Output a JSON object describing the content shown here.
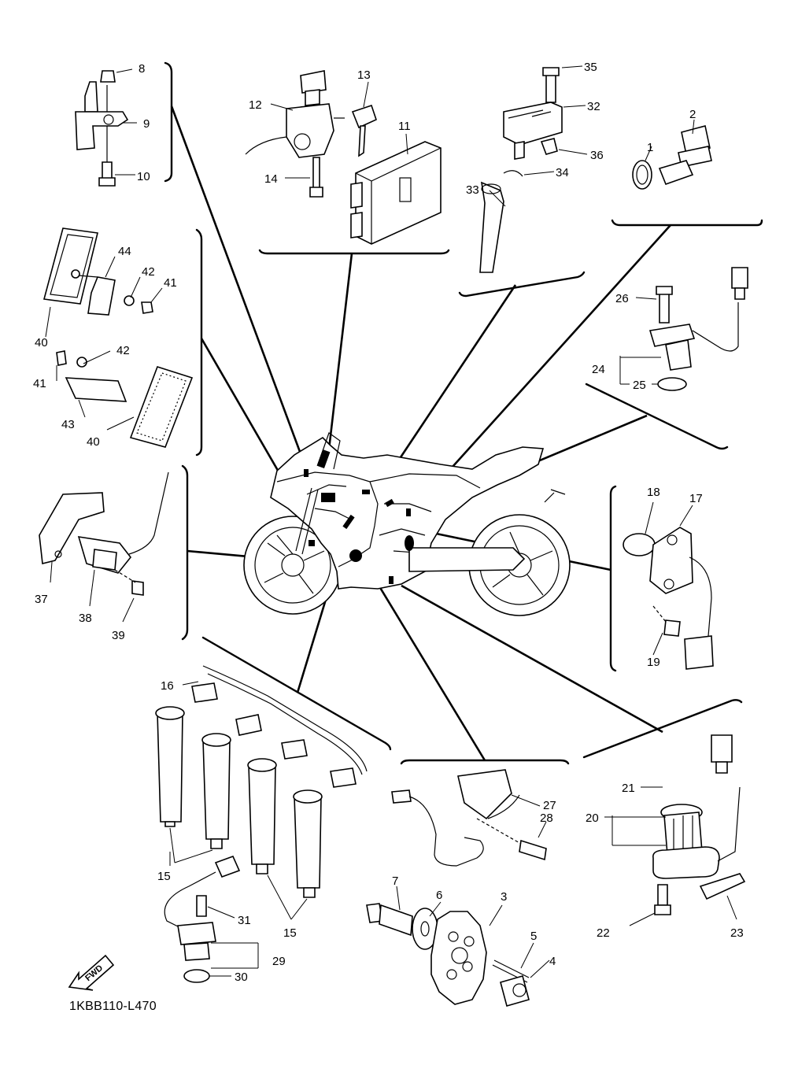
{
  "diagram": {
    "code": "1KBB110-L470",
    "fwd_label": "FWD",
    "callouts": [
      {
        "id": "c1",
        "text": "1"
      },
      {
        "id": "c2",
        "text": "2"
      },
      {
        "id": "c3",
        "text": "3"
      },
      {
        "id": "c4",
        "text": "4"
      },
      {
        "id": "c5",
        "text": "5"
      },
      {
        "id": "c6",
        "text": "6"
      },
      {
        "id": "c7",
        "text": "7"
      },
      {
        "id": "c8",
        "text": "8"
      },
      {
        "id": "c9",
        "text": "9"
      },
      {
        "id": "c10",
        "text": "10"
      },
      {
        "id": "c11",
        "text": "11"
      },
      {
        "id": "c12",
        "text": "12"
      },
      {
        "id": "c13",
        "text": "13"
      },
      {
        "id": "c14",
        "text": "14"
      },
      {
        "id": "c15a",
        "text": "15"
      },
      {
        "id": "c15b",
        "text": "15"
      },
      {
        "id": "c16",
        "text": "16"
      },
      {
        "id": "c17",
        "text": "17"
      },
      {
        "id": "c18",
        "text": "18"
      },
      {
        "id": "c19",
        "text": "19"
      },
      {
        "id": "c20",
        "text": "20"
      },
      {
        "id": "c21",
        "text": "21"
      },
      {
        "id": "c22",
        "text": "22"
      },
      {
        "id": "c23",
        "text": "23"
      },
      {
        "id": "c24",
        "text": "24"
      },
      {
        "id": "c25",
        "text": "25"
      },
      {
        "id": "c26",
        "text": "26"
      },
      {
        "id": "c27",
        "text": "27"
      },
      {
        "id": "c28",
        "text": "28"
      },
      {
        "id": "c29",
        "text": "29"
      },
      {
        "id": "c30",
        "text": "30"
      },
      {
        "id": "c31",
        "text": "31"
      },
      {
        "id": "c32",
        "text": "32"
      },
      {
        "id": "c33",
        "text": "33"
      },
      {
        "id": "c34",
        "text": "34"
      },
      {
        "id": "c35",
        "text": "35"
      },
      {
        "id": "c36",
        "text": "36"
      },
      {
        "id": "c37",
        "text": "37"
      },
      {
        "id": "c38",
        "text": "38"
      },
      {
        "id": "c39",
        "text": "39"
      },
      {
        "id": "c40a",
        "text": "40"
      },
      {
        "id": "c40b",
        "text": "40"
      },
      {
        "id": "c41a",
        "text": "41"
      },
      {
        "id": "c41b",
        "text": "41"
      },
      {
        "id": "c42a",
        "text": "42"
      },
      {
        "id": "c42b",
        "text": "42"
      },
      {
        "id": "c43",
        "text": "43"
      },
      {
        "id": "c44",
        "text": "44"
      }
    ]
  }
}
